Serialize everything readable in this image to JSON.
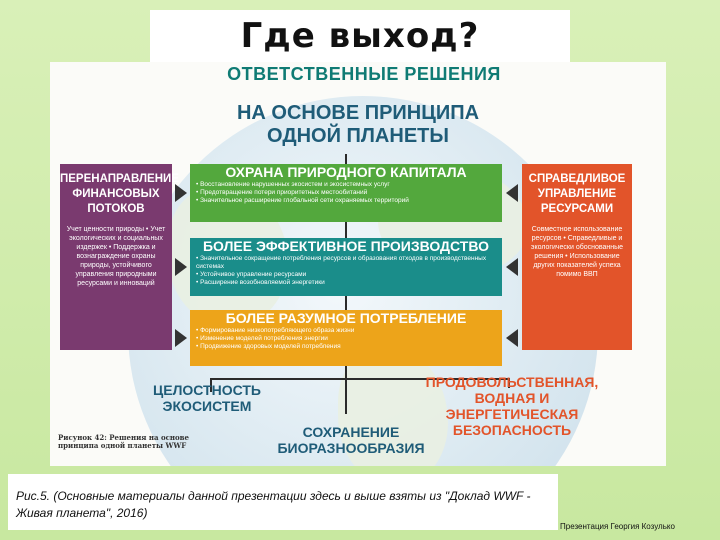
{
  "slide": {
    "title": "Где выход?",
    "caption": "Рис.5. (Основные материалы данной презентации здесь и выше взяты из \"Доклад WWF - Живая планета\", 2016)",
    "credit": "Презентация Георгия Козулько"
  },
  "diagram": {
    "title_top": "ОТВЕТСТВЕННЫЕ РЕШЕНИЯ",
    "title_center": "НА ОСНОВЕ ПРИНЦИПА ОДНОЙ ПЛАНЕТЫ",
    "left": {
      "title": "ПЕРЕНАПРАВЛЕНИЕ ФИНАНСОВЫХ ПОТОКОВ",
      "text": "Учет ценности природы • Учет экологических и социальных издержек • Поддержка и вознаграждение охраны природы, устойчивого управления природными ресурсами и инноваций"
    },
    "right": {
      "title": "СПРАВЕДЛИВОЕ УПРАВЛЕНИЕ РЕСУРСАМИ",
      "text": "Совместное использование ресурсов • Справедливые и экологически обоснованные решения • Использование других показателей успеха помимо ВВП"
    },
    "boxes": [
      {
        "title": "ОХРАНА ПРИРОДНОГО КАПИТАЛА",
        "items": [
          "Восстановление нарушенных экосистем и экосистемных услуг",
          "Предотвращение потери приоритетных местообитаний",
          "Значительное расширение глобальной сети охраняемых территорий"
        ]
      },
      {
        "title": "БОЛЕЕ ЭФФЕКТИВНОЕ ПРОИЗВОДСТВО",
        "items": [
          "Значительное сокращение потребления ресурсов и образования отходов в производственных системах",
          "Устойчивое управление ресурсами",
          "Расширение возобновляемой энергетики"
        ]
      },
      {
        "title": "БОЛЕЕ РАЗУМНОЕ ПОТРЕБЛЕНИЕ",
        "items": [
          "Формирование низкопотребляющего образа жизни",
          "Изменение моделей потребления энергии",
          "Продвижение здоровых моделей потребления"
        ]
      }
    ],
    "outcome_left": "ЦЕЛОСТНОСТЬ ЭКОСИСТЕМ",
    "outcome_center": "СОХРАНЕНИЕ БИОРАЗНООБРАЗИЯ",
    "outcome_right": "ПРОДОВОЛЬСТВЕННАЯ, ВОДНАЯ И ЭНЕРГЕТИЧЕСКАЯ БЕЗОПАСНОСТЬ",
    "figure_note": "Рисунок 42: Решения на основе принципа одной планеты WWF"
  },
  "colors": {
    "green": "#53a83d",
    "teal": "#1a8d8a",
    "orange": "#eda41a",
    "purple": "#7a3a6f",
    "red_orange": "#e2542a",
    "title_teal": "#0f7b74",
    "title_blue": "#1f5c78"
  }
}
